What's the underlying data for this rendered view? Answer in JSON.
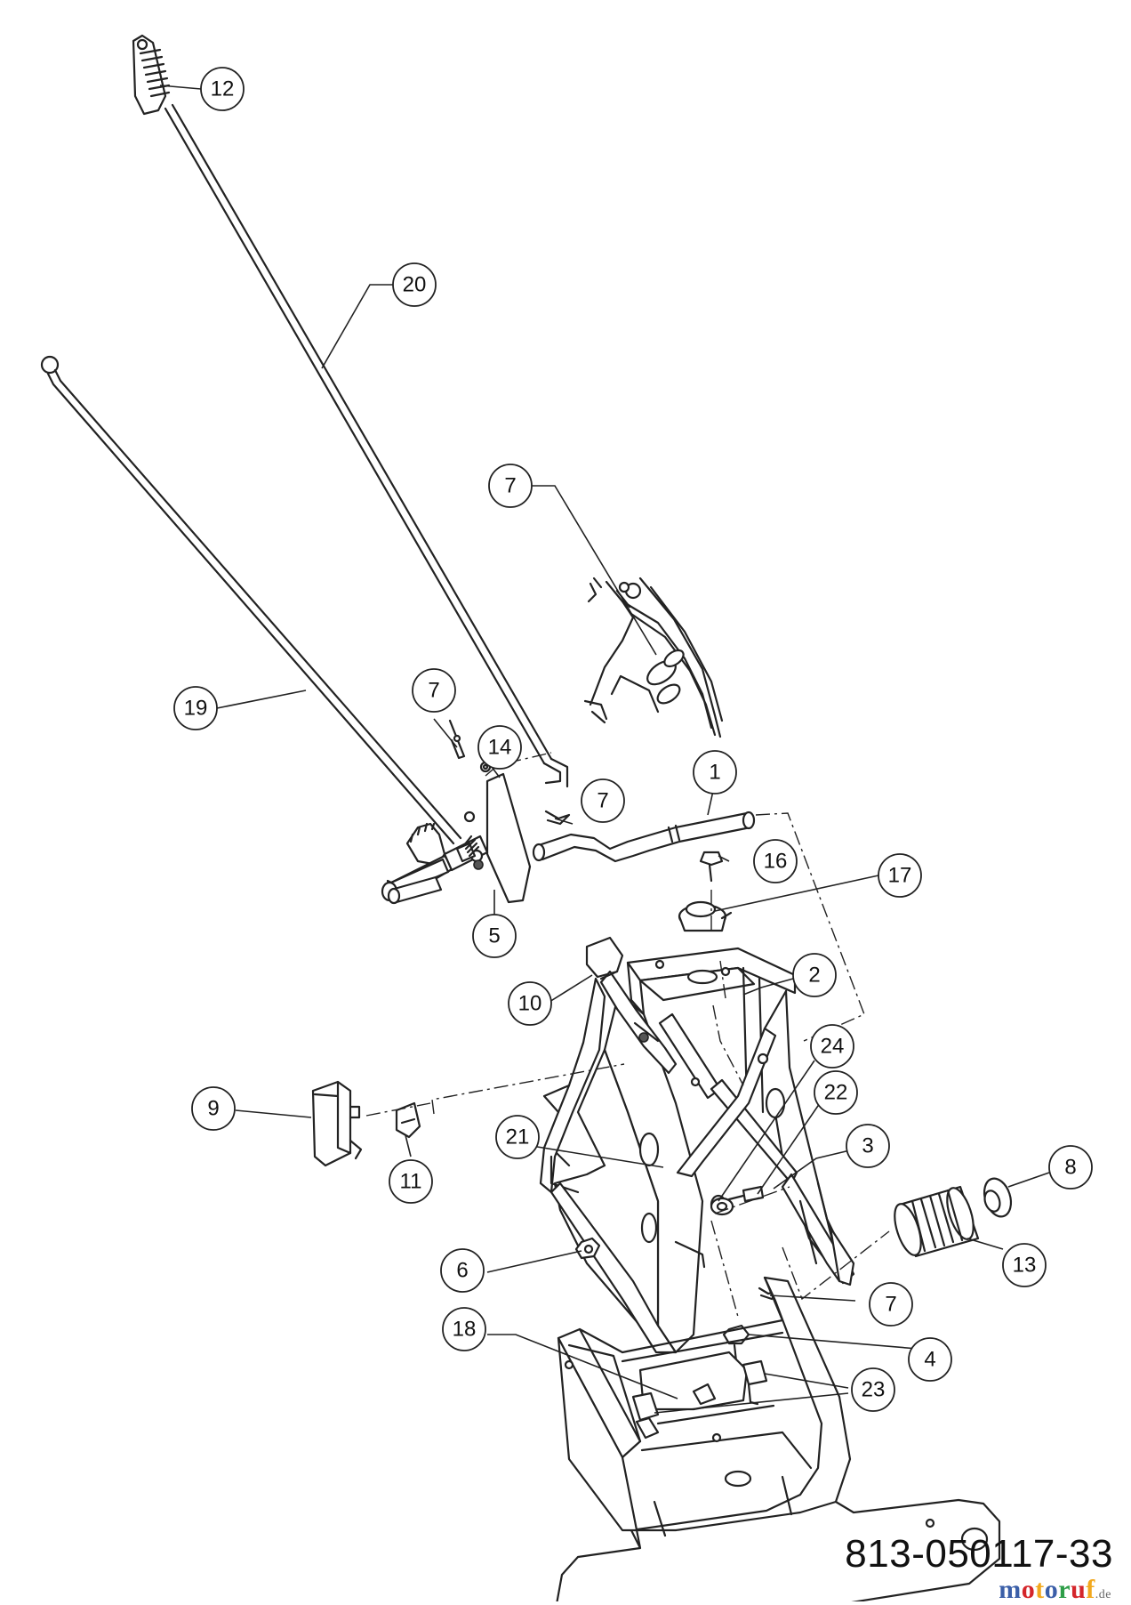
{
  "callouts": [
    {
      "label": "12"
    },
    {
      "label": "20"
    },
    {
      "label": "7"
    },
    {
      "label": "19"
    },
    {
      "label": "7"
    },
    {
      "label": "14"
    },
    {
      "label": "7"
    },
    {
      "label": "1"
    },
    {
      "label": "16"
    },
    {
      "label": "17"
    },
    {
      "label": "5"
    },
    {
      "label": "10"
    },
    {
      "label": "2"
    },
    {
      "label": "24"
    },
    {
      "label": "22"
    },
    {
      "label": "9"
    },
    {
      "label": "21"
    },
    {
      "label": "3"
    },
    {
      "label": "8"
    },
    {
      "label": "11"
    },
    {
      "label": "13"
    },
    {
      "label": "6"
    },
    {
      "label": "7"
    },
    {
      "label": "18"
    },
    {
      "label": "4"
    },
    {
      "label": "23"
    }
  ],
  "footer": {
    "part_number": "813-050117-33"
  },
  "watermark": {
    "letters": [
      {
        "char": "m",
        "color": "#3b5fa8"
      },
      {
        "char": "o",
        "color": "#d4262b"
      },
      {
        "char": "t",
        "color": "#f2a81d"
      },
      {
        "char": "o",
        "color": "#3b5fa8"
      },
      {
        "char": "r",
        "color": "#2e9e48"
      },
      {
        "char": "u",
        "color": "#d4262b"
      },
      {
        "char": "f",
        "color": "#f2a81d"
      }
    ],
    "suffix": ".de"
  }
}
